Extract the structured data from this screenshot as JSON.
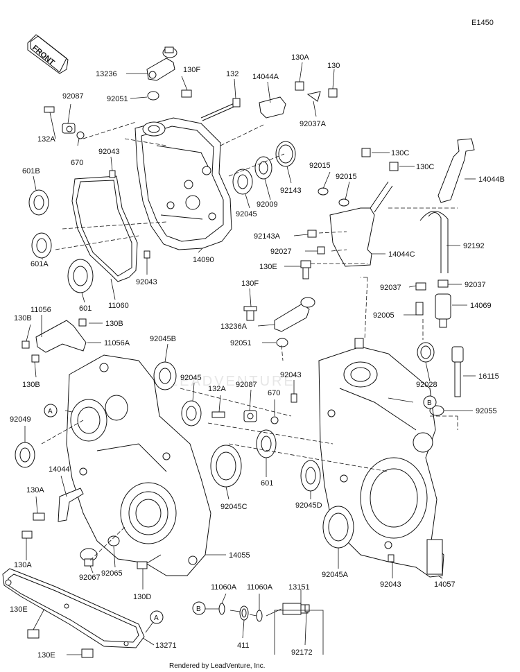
{
  "diagram_code": "E1450",
  "front_label": "FRONT",
  "watermark": "LEADVENTURE",
  "credit": "Rendered by LeadVenture, Inc.",
  "labels": [
    {
      "id": "13236",
      "text": "13236"
    },
    {
      "id": "130F_a",
      "text": "130F"
    },
    {
      "id": "92051_a",
      "text": "92051"
    },
    {
      "id": "92087_a",
      "text": "92087"
    },
    {
      "id": "132A_a",
      "text": "132A"
    },
    {
      "id": "670_a",
      "text": "670"
    },
    {
      "id": "132",
      "text": "132"
    },
    {
      "id": "14044A",
      "text": "14044A"
    },
    {
      "id": "130A_a",
      "text": "130A"
    },
    {
      "id": "130_a",
      "text": "130"
    },
    {
      "id": "92037A",
      "text": "92037A"
    },
    {
      "id": "92043_a",
      "text": "92043"
    },
    {
      "id": "601B",
      "text": "601B"
    },
    {
      "id": "601A",
      "text": "601A"
    },
    {
      "id": "601_a",
      "text": "601"
    },
    {
      "id": "11060",
      "text": "11060"
    },
    {
      "id": "92043_b",
      "text": "92043"
    },
    {
      "id": "14090",
      "text": "14090"
    },
    {
      "id": "92045_a",
      "text": "92045"
    },
    {
      "id": "92009",
      "text": "92009"
    },
    {
      "id": "92143",
      "text": "92143"
    },
    {
      "id": "92015_a",
      "text": "92015"
    },
    {
      "id": "92015_b",
      "text": "92015"
    },
    {
      "id": "130C_a",
      "text": "130C"
    },
    {
      "id": "130C_b",
      "text": "130C"
    },
    {
      "id": "14044B",
      "text": "14044B"
    },
    {
      "id": "92143A",
      "text": "92143A"
    },
    {
      "id": "92027",
      "text": "92027"
    },
    {
      "id": "14044C",
      "text": "14044C"
    },
    {
      "id": "92192",
      "text": "92192"
    },
    {
      "id": "130E_a",
      "text": "130E"
    },
    {
      "id": "130F_b",
      "text": "130F"
    },
    {
      "id": "92037_a",
      "text": "92037"
    },
    {
      "id": "92037_b",
      "text": "92037"
    },
    {
      "id": "92005",
      "text": "92005"
    },
    {
      "id": "14069",
      "text": "14069"
    },
    {
      "id": "13236A",
      "text": "13236A"
    },
    {
      "id": "92051_b",
      "text": "92051"
    },
    {
      "id": "11056",
      "text": "11056"
    },
    {
      "id": "130B_a",
      "text": "130B"
    },
    {
      "id": "130B_b",
      "text": "130B"
    },
    {
      "id": "11056A",
      "text": "11056A"
    },
    {
      "id": "130B_c",
      "text": "130B"
    },
    {
      "id": "92045B",
      "text": "92045B"
    },
    {
      "id": "92045_b",
      "text": "92045"
    },
    {
      "id": "132A_b",
      "text": "132A"
    },
    {
      "id": "92087_b",
      "text": "92087"
    },
    {
      "id": "670_b",
      "text": "670"
    },
    {
      "id": "92043_c",
      "text": "92043"
    },
    {
      "id": "92028",
      "text": "92028"
    },
    {
      "id": "16115",
      "text": "16115"
    },
    {
      "id": "92055",
      "text": "92055"
    },
    {
      "id": "92049",
      "text": "92049"
    },
    {
      "id": "14044",
      "text": "14044"
    },
    {
      "id": "601_b",
      "text": "601"
    },
    {
      "id": "92045C",
      "text": "92045C"
    },
    {
      "id": "92045D",
      "text": "92045D"
    },
    {
      "id": "130A_b",
      "text": "130A"
    },
    {
      "id": "130A_c",
      "text": "130A"
    },
    {
      "id": "92065",
      "text": "92065"
    },
    {
      "id": "92067",
      "text": "92067"
    },
    {
      "id": "130D",
      "text": "130D"
    },
    {
      "id": "14055",
      "text": "14055"
    },
    {
      "id": "92045A",
      "text": "92045A"
    },
    {
      "id": "92043_d",
      "text": "92043"
    },
    {
      "id": "14057",
      "text": "14057"
    },
    {
      "id": "11060A_a",
      "text": "11060A"
    },
    {
      "id": "11060A_b",
      "text": "11060A"
    },
    {
      "id": "13151",
      "text": "13151"
    },
    {
      "id": "411",
      "text": "411"
    },
    {
      "id": "92172",
      "text": "92172"
    },
    {
      "id": "130E_b",
      "text": "130E"
    },
    {
      "id": "130E_c",
      "text": "130E"
    },
    {
      "id": "13271",
      "text": "13271"
    }
  ],
  "markers": [
    {
      "id": "A1",
      "text": "A"
    },
    {
      "id": "A2",
      "text": "A"
    },
    {
      "id": "B1",
      "text": "B"
    },
    {
      "id": "B2",
      "text": "B"
    }
  ]
}
